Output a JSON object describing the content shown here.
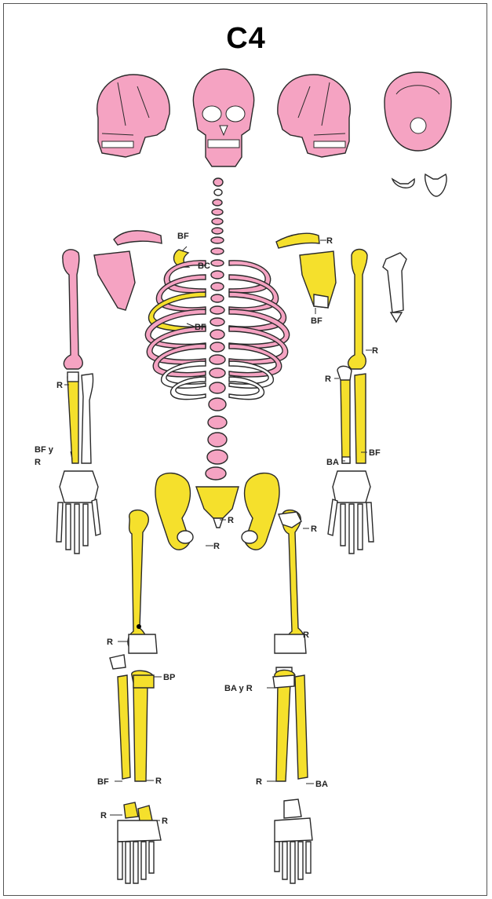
{
  "title": "C4",
  "colors": {
    "pink": "#f5a3c2",
    "yellow": "#f5e02c",
    "white": "#ffffff",
    "outline": "#2a2a2a"
  },
  "labels": {
    "clav_l_bf": "BF",
    "rib_bc": "BC",
    "rib_bf": "BF",
    "clav_r": "R",
    "scap_r_bf": "BF",
    "humerus_r": "R",
    "radius_l_top": "R",
    "forearm_l_bot_1": "BF y",
    "forearm_l_bot_2": "R",
    "forearm_r_top": "R",
    "forearm_r_ba": "BA",
    "forearm_r_bf": "BF",
    "sacrum_r": "R",
    "pelvis_r": "R",
    "femur_r_top": "R",
    "femur_l_bot": "R",
    "femur_r_bot": "R",
    "tibia_l_bp": "BP",
    "tibia_r_top": "BA y R",
    "fibula_l_bf": "BF",
    "tibia_l_bot": "R",
    "tibia_r_bot": "R",
    "fibula_r_ba": "BA",
    "foot_l_1": "R",
    "foot_l_2": "R"
  }
}
